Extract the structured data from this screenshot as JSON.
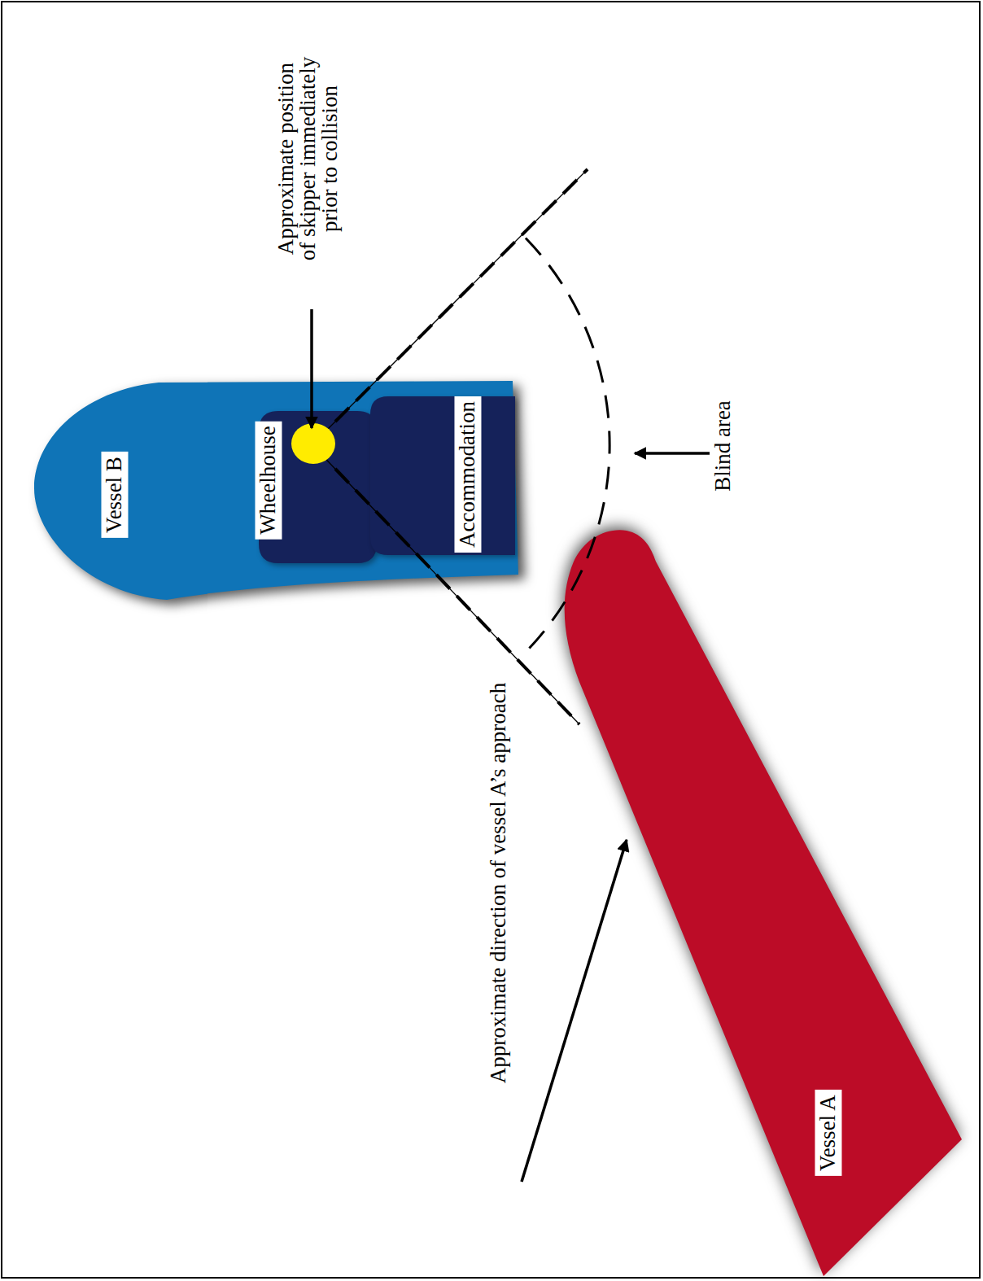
{
  "diagram": {
    "nodes": [
      {
        "text": [
          "Vessel B"
        ]
      },
      {
        "text": [
          "Wheelhouse"
        ],
        "in": 0
      },
      {
        "text": [
          "Accommodation"
        ],
        "in": 0
      },
      {
        "text": [
          "Vessel A"
        ]
      }
    ],
    "labels": [
      "Approximate position of skipper immediately prior to collision",
      "Blind area",
      "Approximate direction of vessel A’s approach"
    ]
  }
}
